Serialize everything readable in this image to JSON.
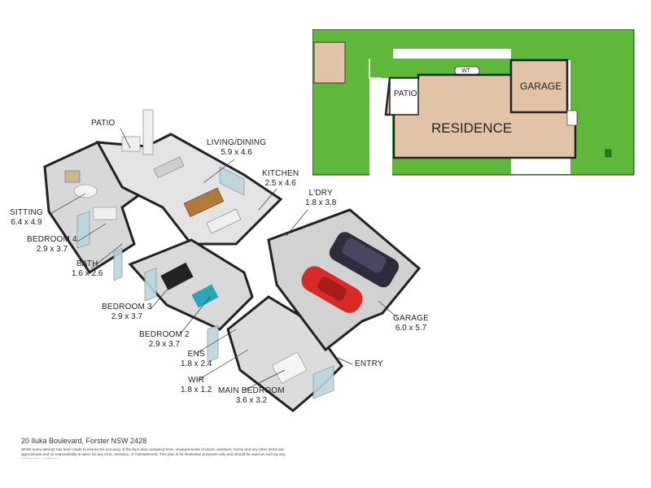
{
  "rooms": [
    {
      "id": "patio",
      "name": "PATIO",
      "dims": ""
    },
    {
      "id": "living",
      "name": "LIVING/DINING",
      "dims": "5.9 x 4.6"
    },
    {
      "id": "kitchen",
      "name": "KITCHEN",
      "dims": "2.5 x 4.6"
    },
    {
      "id": "ldry",
      "name": "L'DRY",
      "dims": "1.8 x 3.8"
    },
    {
      "id": "sitting",
      "name": "SITTING",
      "dims": "6.4 x 4.9"
    },
    {
      "id": "bed4",
      "name": "BEDROOM 4",
      "dims": "2.9 x 3.7"
    },
    {
      "id": "bath",
      "name": "BATH",
      "dims": "1.6 x 2.6"
    },
    {
      "id": "bed3",
      "name": "BEDROOM 3",
      "dims": "2.9 x 3.7"
    },
    {
      "id": "bed2",
      "name": "BEDROOM 2",
      "dims": "2.9 x 3.7"
    },
    {
      "id": "ens",
      "name": "ENS",
      "dims": "1.8 x 2.4"
    },
    {
      "id": "wir",
      "name": "WIR",
      "dims": "1.8 x 1.2"
    },
    {
      "id": "mainbed",
      "name": "MAIN BEDROOM",
      "dims": "3.6 x 3.2"
    },
    {
      "id": "garage",
      "name": "GARAGE",
      "dims": "6.0 x 5.7"
    },
    {
      "id": "entry",
      "name": "ENTRY",
      "dims": ""
    }
  ],
  "site_plan": {
    "residence": "RESIDENCE",
    "garage": "GARAGE",
    "patio": "PATIO",
    "water_tank": "WT",
    "colors": {
      "lawn": "#5fb83a",
      "residence": "#e1c3a8",
      "outline": "#222222"
    }
  },
  "address": "20 Iluka Boulevard, Forster NSW 2428",
  "disclaimer": "Whilst every attempt has been made to ensure the accuracy of the floor plan contained here, measurements of doors, windows, rooms and any other items are approximate and no responsibility is taken for any error, omission, or misstatement. This plan is for illustrative purposes only and should be used as such by any prospective purchaser."
}
